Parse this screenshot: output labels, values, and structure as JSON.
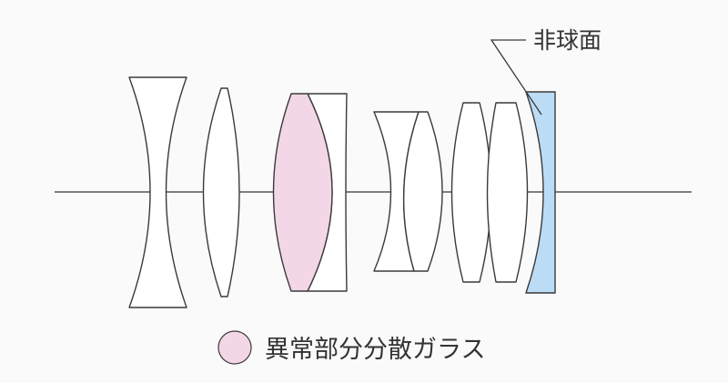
{
  "labels": {
    "aspherical": "非球面",
    "legend_ed_glass": "異常部分分散ガラス"
  },
  "colors": {
    "background": "#fafafa",
    "stroke": "#3a3a3a",
    "axis": "#555555",
    "lens_fill": "#ffffff",
    "ed_glass_fill": "#f3d7e6",
    "aspherical_fill": "#bcdcf6",
    "text": "#333333"
  },
  "elements": [
    {
      "name": "lens-1",
      "kind": "biconcave"
    },
    {
      "name": "lens-2",
      "kind": "biconvex"
    },
    {
      "name": "lens-3",
      "kind": "biconvex",
      "glass": "ed"
    },
    {
      "name": "lens-4",
      "kind": "concave-meniscus"
    },
    {
      "name": "lens-5",
      "kind": "biconcave"
    },
    {
      "name": "lens-6",
      "kind": "biconvex"
    },
    {
      "name": "lens-7",
      "kind": "biconvex"
    },
    {
      "name": "lens-8",
      "kind": "biconvex"
    },
    {
      "name": "lens-9",
      "kind": "plano-concave",
      "surface": "aspherical"
    }
  ]
}
